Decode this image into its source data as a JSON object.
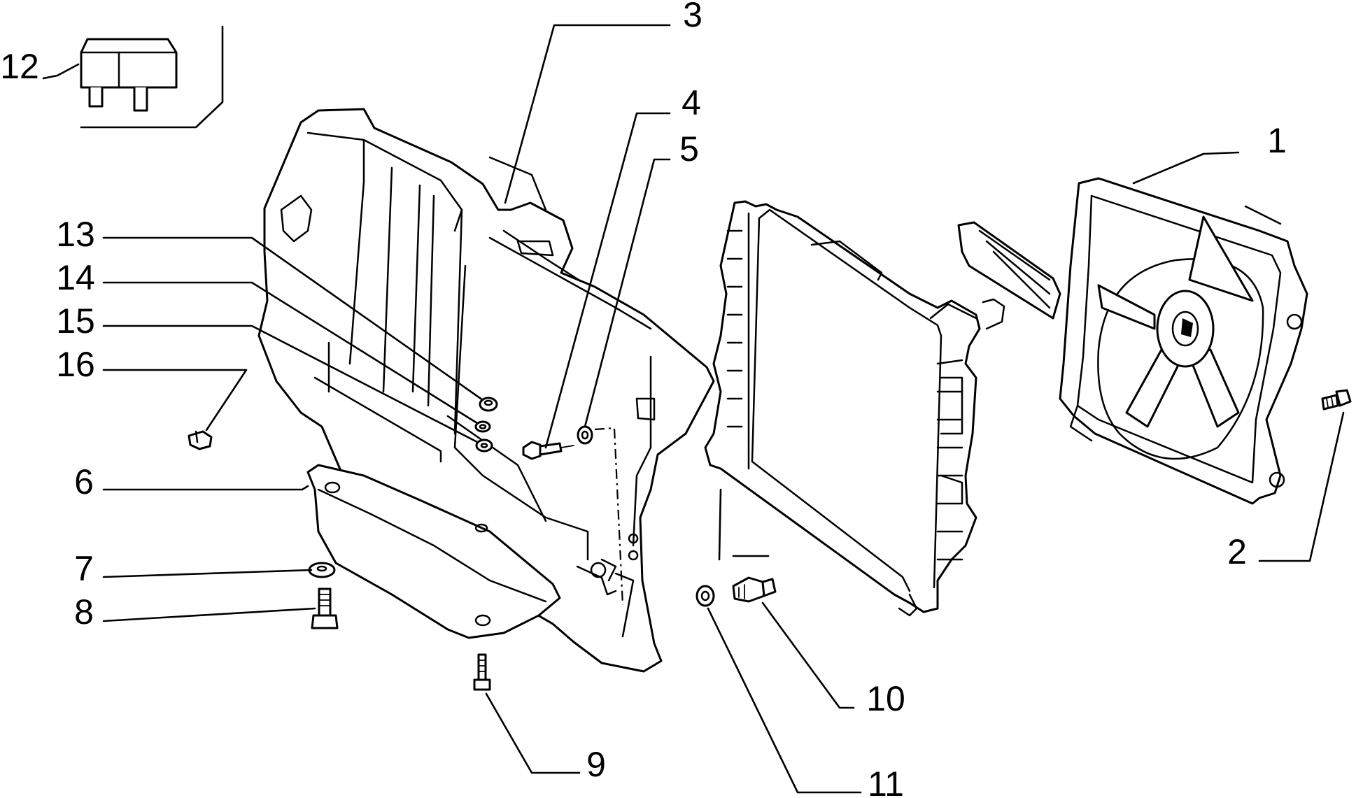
{
  "callouts": {
    "n1": "1",
    "n2": "2",
    "n3": "3",
    "n4": "4",
    "n5": "5",
    "n6": "6",
    "n7": "7",
    "n8": "8",
    "n9": "9",
    "n10": "10",
    "n11": "11",
    "n12": "12",
    "n13": "13",
    "n14": "14",
    "n15": "15",
    "n16": "16"
  },
  "colors": {
    "line": "#000000",
    "background": "#ffffff"
  }
}
